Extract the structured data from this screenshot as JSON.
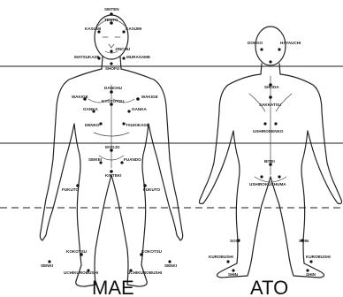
{
  "captions": {
    "front": "MAE",
    "back": "ATO"
  },
  "front_points": {
    "seiten": "SEITEN",
    "tento": "TENTO",
    "kasumi_l": "KASUMI",
    "kasumi_r": "KASUMI",
    "jinchu": "JINCHU",
    "matsukaze": "MATSUKAZE",
    "murasame": "MURASAME",
    "shofu": "SHOFU",
    "danchu": "DANCHU",
    "wakikage_l": "WAKIGE",
    "wakikage_r": "WAKIGE",
    "kyototsu": "KYOTOTSU",
    "ganka_l": "GANKA",
    "ganka_r": "GANKA",
    "denko": "DENKO",
    "tsukikage": "TSUKIKAGE",
    "myojo": "MYOJO",
    "seikei": "SEIKEI",
    "fuando": "FUANDO",
    "kinteki": "KINTEKI",
    "fukuto_l": "FUKUTO",
    "fukuto_r": "FUKUTO",
    "kokotsu_l": "KOKOTSU",
    "kokotsu_r": "KOKOTSU",
    "senki_l": "SENKI",
    "uchikurobushi_l": "UCHIKUROBUSHI",
    "uchikurobushi_r": "UCHIKUROBUSHI",
    "senki_r": "SENKI"
  },
  "back_points": {
    "dokko": "DOKKO",
    "hayauchi": "HAYAUCHI",
    "shoda": "SHODA",
    "sakkatsu": "SAKKATSU",
    "ushirodenko": "USHIRODENKO",
    "bitei": "BITEI",
    "ushirokuchuma": "USHIROKUCHUMA",
    "soin_l": "SOIN",
    "soin_r": "SOIN",
    "kurobushi_l": "KUROBUSHI",
    "kurobushi_r": "KUROBUSHI",
    "shin_l": "SHIN",
    "shin_r": "SHIN"
  }
}
